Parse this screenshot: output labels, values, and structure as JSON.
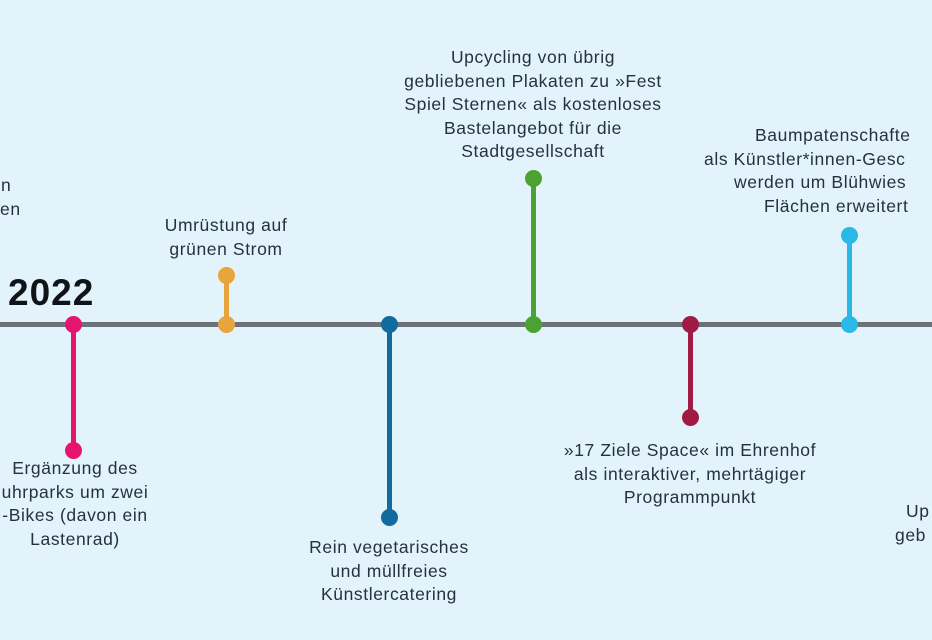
{
  "year_label": "2022",
  "colors": {
    "background": "#e2f3fb",
    "axis": "#6b7379",
    "text": "#243240",
    "year": "#0f1418",
    "pink": "#e5146e",
    "orange": "#e9a43c",
    "blue": "#136a9d",
    "green": "#4ba233",
    "maroon": "#9f1a44",
    "cyan": "#29b9e6"
  },
  "timeline": {
    "items": [
      {
        "name": "ebike-fleet",
        "color": "#e5146e",
        "side": "below",
        "lines": [
          "Ergänzung des",
          "uhrparks um zwei",
          "-Bikes (davon ein",
          "Lastenrad)"
        ]
      },
      {
        "name": "green-electricity",
        "color": "#e9a43c",
        "side": "above",
        "lines": [
          "Umrüstung auf",
          "grünen Strom"
        ]
      },
      {
        "name": "vegetarian-catering",
        "color": "#136a9d",
        "side": "below",
        "lines": [
          "Rein vegetarisches",
          "und müllfreies",
          "Künstlercatering"
        ]
      },
      {
        "name": "poster-upcycling",
        "color": "#4ba233",
        "side": "above",
        "lines": [
          "Upcycling von übrig",
          "gebliebenen Plakaten zu »Fest",
          "Spiel Sternen« als kostenloses",
          "Bastelangebot für die",
          "Stadtgesellschaft"
        ]
      },
      {
        "name": "17-ziele-space",
        "color": "#9f1a44",
        "side": "below",
        "lines": [
          "»17 Ziele Space« im Ehrenhof",
          "als interaktiver, mehrtägiger",
          "Programmpunkt"
        ]
      },
      {
        "name": "tree-sponsorships",
        "color": "#29b9e6",
        "side": "above",
        "lines": [
          "Baumpatenschafte",
          "als Künstler*innen-Gesc",
          "werden um Blühwies",
          "Flächen erweitert"
        ]
      }
    ]
  },
  "edge_fragments": {
    "top_left": [
      "n",
      "en"
    ],
    "bottom_right": [
      "Up",
      "geb"
    ]
  }
}
